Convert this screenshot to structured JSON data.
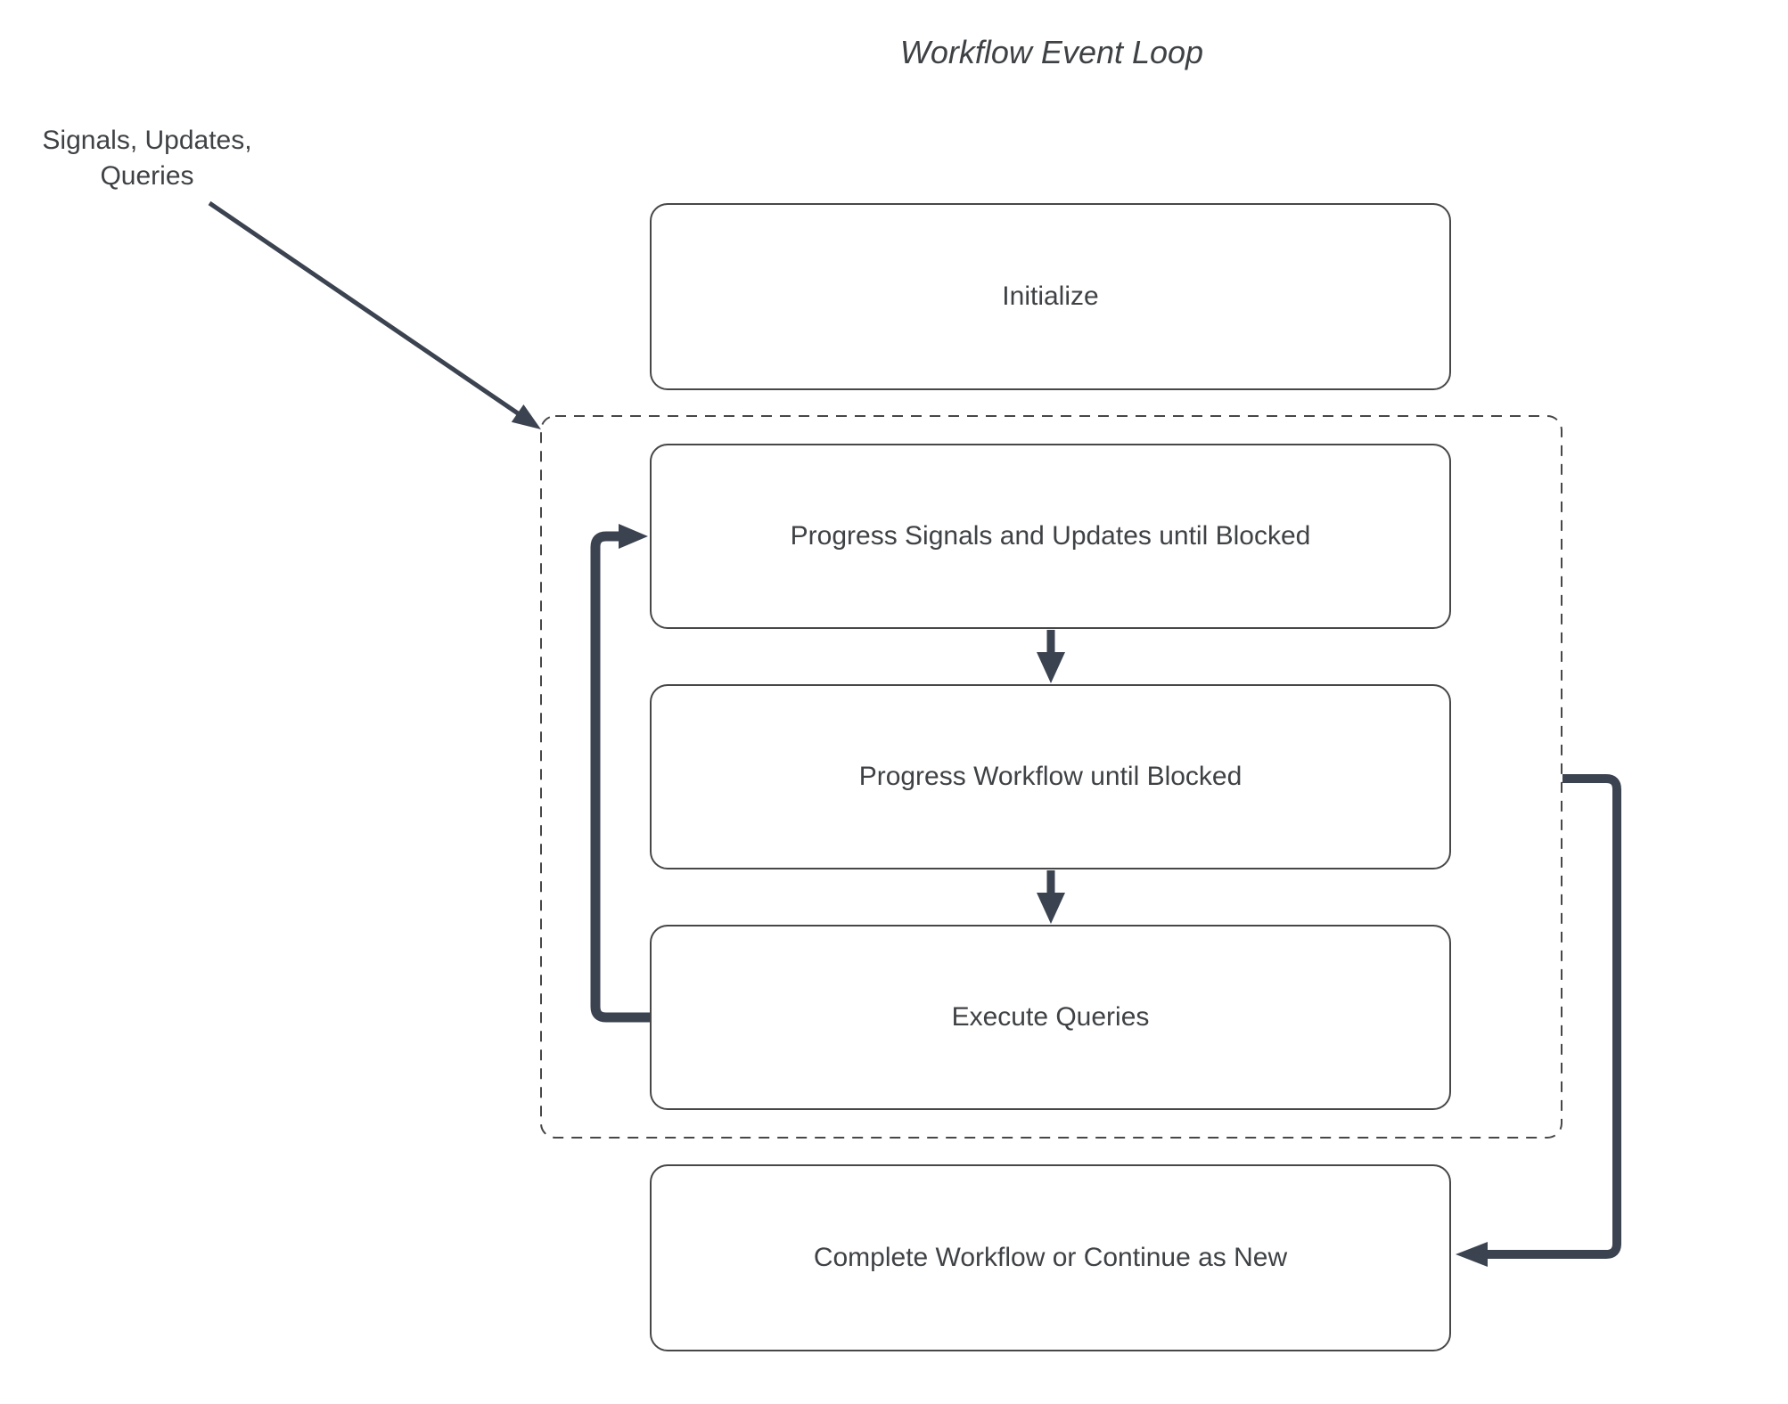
{
  "diagram": {
    "title": "Workflow Event Loop",
    "side_label": "Signals, Updates,\nQueries",
    "nodes": [
      {
        "id": "initialize",
        "label": "Initialize"
      },
      {
        "id": "progress-signals",
        "label": "Progress Signals and Updates until Blocked"
      },
      {
        "id": "progress-workflow",
        "label": "Progress Workflow until Blocked"
      },
      {
        "id": "execute-queries",
        "label": "Execute Queries"
      },
      {
        "id": "complete",
        "label": "Complete Workflow or Continue as New"
      }
    ],
    "groups": [
      {
        "id": "event-loop-group",
        "style": "dashed",
        "contains": [
          "progress-signals",
          "progress-workflow",
          "execute-queries"
        ]
      }
    ],
    "edges": [
      {
        "from": "side-label",
        "to": "event-loop-group",
        "style": "thin-arrow"
      },
      {
        "from": "progress-signals",
        "to": "progress-workflow",
        "style": "thick-arrow"
      },
      {
        "from": "progress-workflow",
        "to": "execute-queries",
        "style": "thick-arrow"
      },
      {
        "from": "execute-queries",
        "to": "progress-signals",
        "style": "thick-arrow-loop-left"
      },
      {
        "from": "event-loop-group",
        "to": "complete",
        "style": "thick-arrow-loop-right"
      }
    ],
    "colors": {
      "connector": "#3b4350",
      "box_border": "#474747",
      "text": "#3f4245",
      "background": "#ffffff"
    }
  }
}
